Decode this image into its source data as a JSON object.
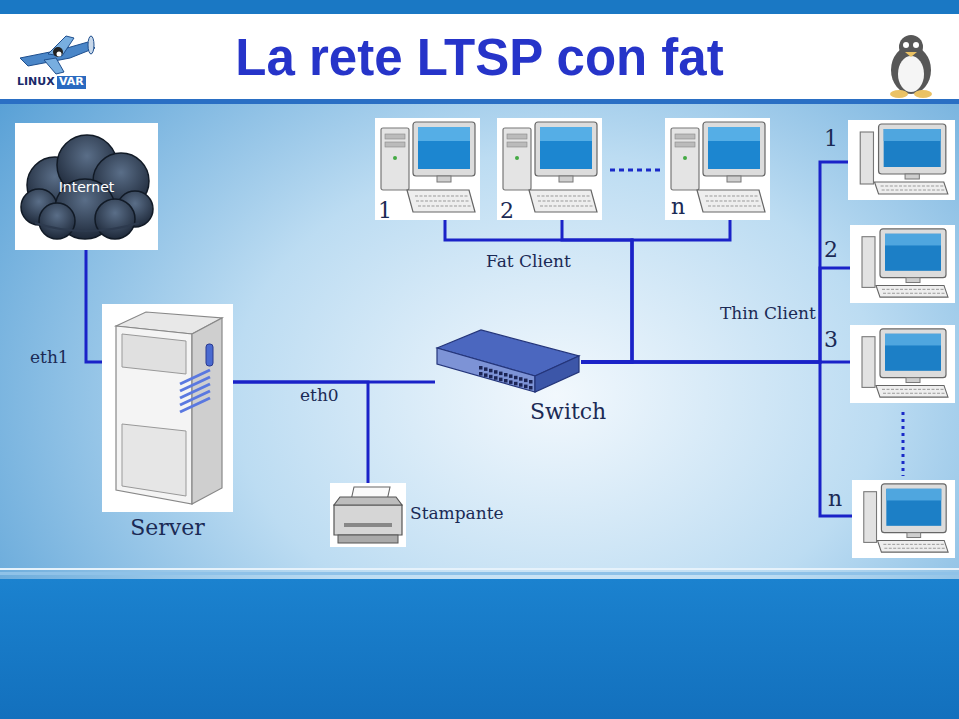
{
  "diagram": {
    "title": "La rete LTSP con fat",
    "nodes": [
      {
        "text": [
          "Internet"
        ]
      },
      {
        "text": [
          "1"
        ]
      },
      {
        "text": [
          "2"
        ]
      },
      {
        "text": [
          "n"
        ]
      },
      {
        "text": [
          "1"
        ]
      },
      {
        "text": [
          "2"
        ]
      },
      {
        "text": [
          "3"
        ]
      },
      {
        "text": [
          "n"
        ]
      },
      {
        "text": [
          "Server"
        ]
      },
      {
        "text": [
          "Switch"
        ]
      },
      {
        "text": [
          "Stampante"
        ]
      }
    ],
    "edges": [
      {
        "from": 0,
        "to": 8,
        "arrow": "none",
        "label": "eth1"
      },
      {
        "from": 8,
        "to": 9,
        "arrow": "none",
        "label": "eth0"
      },
      {
        "from": 8,
        "to": 10,
        "arrow": "none"
      },
      {
        "from": 9,
        "to": 1,
        "arrow": "none"
      },
      {
        "from": 9,
        "to": 2,
        "arrow": "none"
      },
      {
        "from": 9,
        "to": 3,
        "arrow": "none"
      },
      {
        "from": 9,
        "to": 4,
        "arrow": "none"
      },
      {
        "from": 9,
        "to": 5,
        "arrow": "none"
      },
      {
        "from": 9,
        "to": 6,
        "arrow": "none"
      },
      {
        "from": 9,
        "to": 7,
        "arrow": "none"
      }
    ],
    "labels": [
      "Fat Client",
      "Thin Client",
      "LINUX",
      "VAR"
    ]
  }
}
